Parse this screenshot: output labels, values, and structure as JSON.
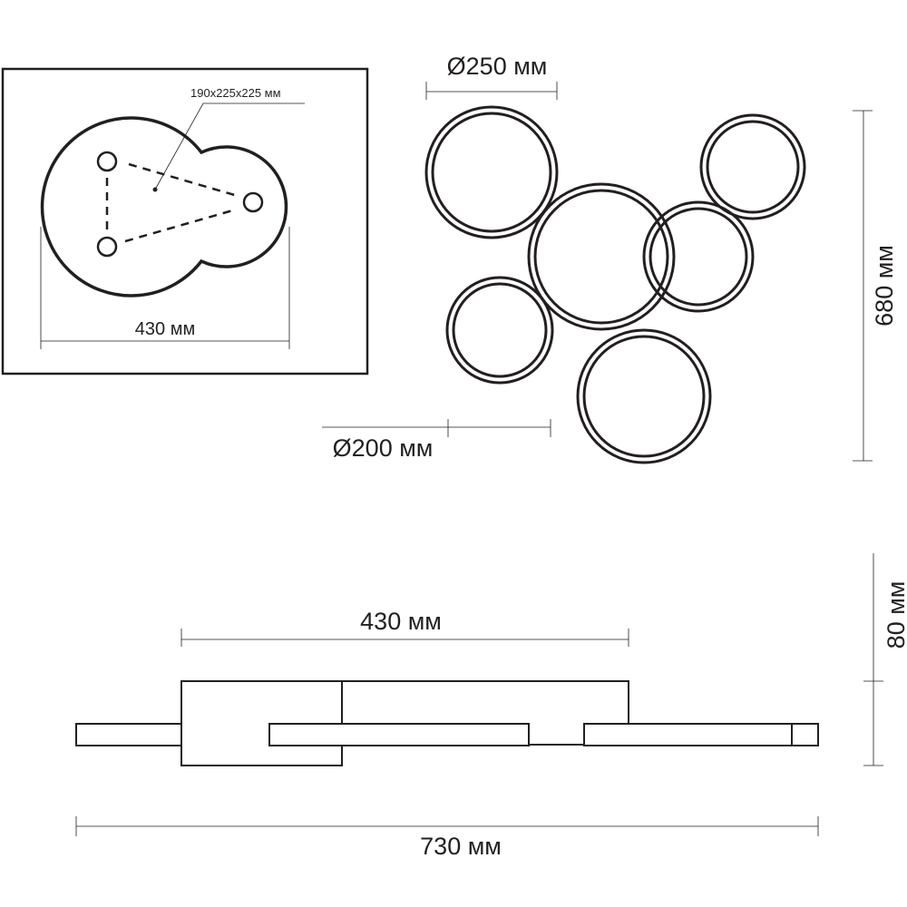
{
  "top_view": {
    "mount_label": "190x225x225 мм",
    "width_label": "430 мм"
  },
  "plan_view": {
    "ring_large_label": "Ø250 мм",
    "ring_small_label": "Ø200 мм",
    "height_label": "680 мм"
  },
  "side_view": {
    "base_label": "430 мм",
    "total_label": "730 мм",
    "depth_label": "80 мм"
  }
}
